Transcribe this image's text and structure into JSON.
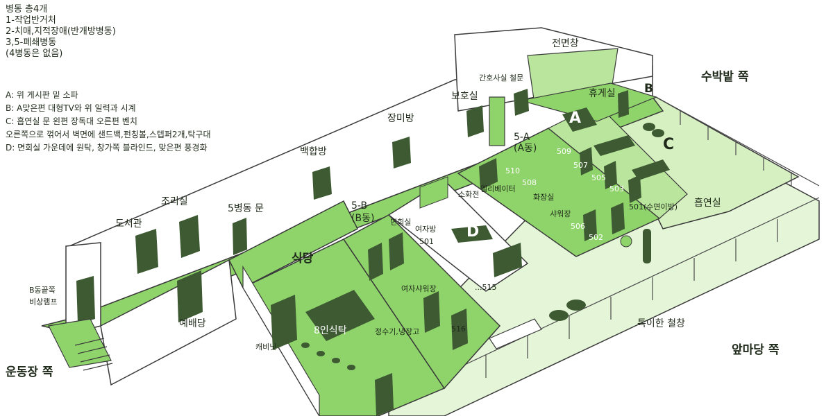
{
  "colors": {
    "corridor": "#8fd46b",
    "floor_light": "#dff3cf",
    "floor_mid": "#b9e69c",
    "door": "#3d5a32",
    "outline": "#3a3a3a",
    "white": "#ffffff"
  },
  "legend": {
    "ward_lines": [
      "병동 총4개",
      "1-작업반거처",
      "2-치매,지적장애(반개방병동)",
      "3,5-폐쇄병동",
      "(4병동은 없음)"
    ],
    "key_lines": [
      "A: 위 게시판 밑 소파",
      "B: A맞은편 대형TV와 위 일력과 시계",
      "C: 흡연실 문 왼편 장독대 오른편 벤치",
      "오른쪽으로 꺾어서 벽면에 샌드백,펀칭볼,스텝퍼2개,탁구대",
      "D: 면회실 가운데에 원탁, 창가쪽 블라인드, 맞은편 풍경화"
    ]
  },
  "rooms": {
    "front_window": "전면창",
    "nurse_station": "간호사실 철문",
    "guard_room": "보호실",
    "lounge": "휴게실",
    "rose_room": "장미방",
    "lily_room": "백합방",
    "kitchen": "조리실",
    "library": "도서관",
    "ward5_door": "5병동 문",
    "ward5a": "5-A\n(A동)",
    "ward5b": "5-B\n(B동)",
    "elevator": "엘리베이터",
    "extinguisher": "소화전",
    "visiting_room": "면회실",
    "women_room": "여자방",
    "bathroom": "화장실",
    "shower": "샤워장",
    "smoking_room": "흡연실",
    "dining": "식당",
    "eight_table": "8인식탁",
    "cabinet": "캐비닛",
    "water_fridge": "정수기,냉장고",
    "women_shower": "여자샤워장",
    "chapel": "예배당",
    "emergency_ramp": "B동끝쪽\n비상램프",
    "barred_window": "특이한 철창"
  },
  "room_numbers": {
    "r509": "509",
    "r507": "507",
    "r505": "505",
    "r503": "503",
    "r501_sleep": "501(수면이방)",
    "r510": "510",
    "r508": "508",
    "r506": "506",
    "r502": "502",
    "r501": "501",
    "r515": "...515",
    "r516": "516"
  },
  "markers": {
    "a": "A",
    "b": "B",
    "c": "C",
    "d": "D"
  },
  "directions": {
    "watermelon_field": "수박밭 쪽",
    "front_yard": "앞마당 쪽",
    "playground": "운동장 쪽"
  }
}
